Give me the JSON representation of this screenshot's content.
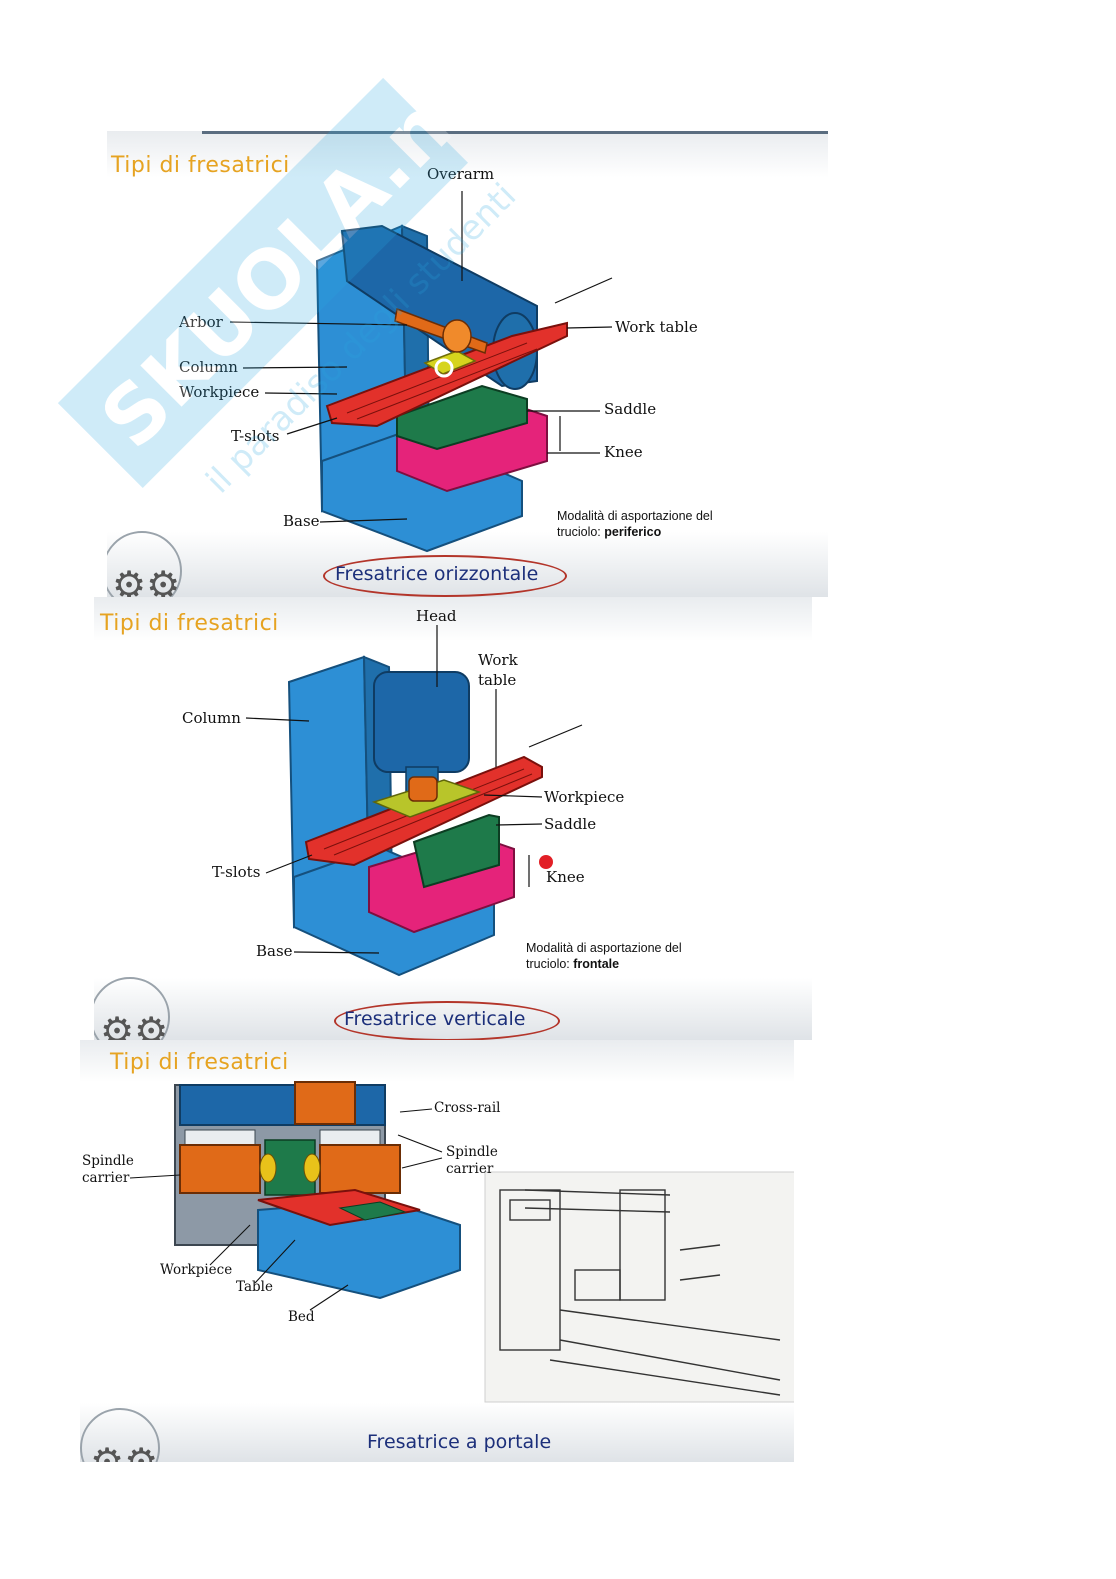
{
  "slides": [
    {
      "title": "Tipi di fresatrici",
      "caption": "Fresatrice orizzontale",
      "labels": {
        "overarm": "Overarm",
        "arbor": "Arbor",
        "column": "Column",
        "workpiece": "Workpiece",
        "tslots": "T-slots",
        "base": "Base",
        "work_table": "Work table",
        "saddle": "Saddle",
        "knee": "Knee"
      },
      "note_line1": "Modalità di asportazione del",
      "note_line2_prefix": "truciolo: ",
      "note_line2_bold": "periferico"
    },
    {
      "title": "Tipi di fresatrici",
      "caption": "Fresatrice verticale",
      "labels": {
        "head": "Head",
        "work_table_1": "Work",
        "work_table_2": "table",
        "column": "Column",
        "workpiece": "Workpiece",
        "saddle": "Saddle",
        "tslots": "T-slots",
        "knee": "Knee",
        "base": "Base"
      },
      "note_line1": "Modalità di asportazione del",
      "note_line2_prefix": "truciolo: ",
      "note_line2_bold": "frontale"
    },
    {
      "title": "Tipi di fresatrici",
      "caption": "Fresatrice a portale",
      "labels": {
        "cross_rail": "Cross-rail",
        "spindle_carrier_left_1": "Spindle",
        "spindle_carrier_left_2": "carrier",
        "spindle_carrier_right_1": "Spindle",
        "spindle_carrier_right_2": "carrier",
        "workpiece": "Workpiece",
        "table": "Table",
        "bed": "Bed"
      }
    }
  ],
  "watermark": {
    "brand": "SKUOLA.net",
    "tagline": "il paradiso degli studenti"
  },
  "colors": {
    "title_orange": "#e6a321",
    "caption_blue": "#1c2f7a",
    "oval_red": "#b3352a",
    "machine_blue": "#2d8fd5",
    "table_red": "#e2312b",
    "knee_magenta": "#e5237a",
    "saddle_green": "#1e7a4a",
    "arbor_orange": "#e06a18"
  }
}
